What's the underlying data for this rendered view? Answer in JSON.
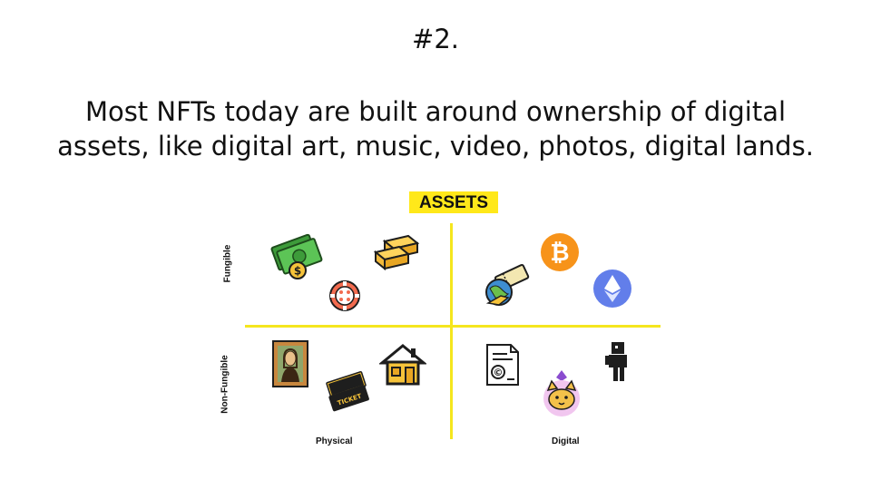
{
  "slide": {
    "number": "#2.",
    "headline_line1": "Most NFTs today are built around ownership of digital",
    "headline_line2": "assets, like digital art, music, video, photos, digital lands."
  },
  "diagram": {
    "title": "ASSETS",
    "rows": {
      "top": "Fungible",
      "bottom": "Non-Fungible"
    },
    "columns": {
      "left": "Physical",
      "right": "Digital"
    },
    "accent_color": "#ffe81a",
    "icons": {
      "physical_fungible": [
        "cash-icon",
        "gold-bars-icon",
        "casino-chip-icon"
      ],
      "digital_fungible": [
        "bitcoin-icon",
        "ethereum-icon",
        "airline-miles-icon"
      ],
      "physical_nonfungible": [
        "mona-lisa-painting-icon",
        "tickets-icon",
        "house-icon"
      ],
      "digital_nonfungible": [
        "copyright-document-icon",
        "cryptokitty-icon",
        "pixel-avatar-icon"
      ]
    },
    "ticket_text": "TICKET",
    "bitcoin_symbol": "₿",
    "copyright_symbol": "©"
  }
}
